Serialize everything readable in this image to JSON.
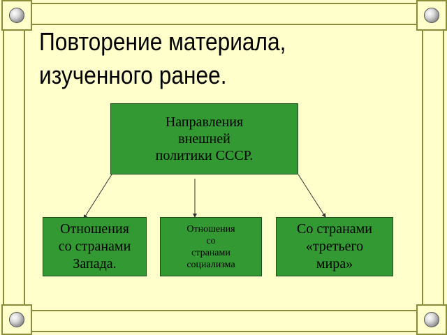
{
  "title": {
    "line1": "Повторение материала,",
    "line2": "изученного ранее."
  },
  "diagram": {
    "root": "Направления\nвнешней\nполитики СССР.",
    "children": [
      "Отношения\nсо странами\nЗапада.",
      "Отношения\nсо\nстранами\nсоциализма",
      "Со странами\n«третьего\nмира»"
    ]
  },
  "colors": {
    "background": "#FFFFCC",
    "box_fill": "#339933",
    "frame": "#8B8B3A"
  }
}
